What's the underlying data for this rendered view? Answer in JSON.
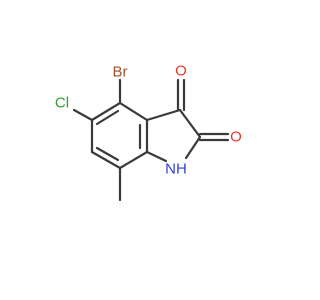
{
  "molecule": {
    "atoms": {
      "br": {
        "label": "Br",
        "color": "#a0522d"
      },
      "cl": {
        "label": "Cl",
        "color": "#2e9e2e"
      },
      "o1": {
        "label": "O",
        "color": "#e8362b"
      },
      "o2": {
        "label": "O",
        "color": "#e8362b"
      },
      "nh": {
        "label": "NH",
        "color": "#2f3fd6"
      }
    }
  }
}
